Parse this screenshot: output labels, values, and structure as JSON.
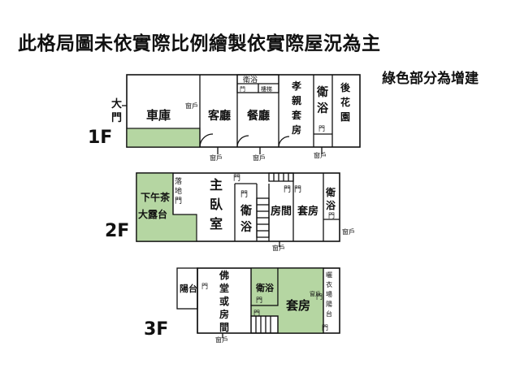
{
  "title": "此格局圖未依實際比例繪製依實際屋況為主",
  "note": "綠色部分為增建",
  "colors": {
    "addition_green": "#b5d6a2",
    "line": "#111111"
  },
  "floor1": {
    "label": "1F",
    "entrance": "大門",
    "garage": "車庫",
    "living": "客廳",
    "dining": "餐廳",
    "bath_top": "衛浴",
    "stairs_small": "樓梯",
    "parents_suite": "孝親套房",
    "bath": "衛浴",
    "backyard": "後花園",
    "window": "窗戶",
    "door": "門"
  },
  "floor2": {
    "label": "2F",
    "terrace": "下午茶大露台",
    "french_door": "落地門",
    "master": "主臥室",
    "bath": "衛浴",
    "room": "房間",
    "suite": "套房",
    "bath2": "衛浴",
    "window": "窗戶",
    "door": "門"
  },
  "floor3": {
    "label": "3F",
    "balcony": "陽台",
    "shrine": "佛堂或房間",
    "bath": "衛浴",
    "suite": "套房",
    "laundry": "曬衣場陽台",
    "window": "窗戶",
    "door": "門"
  }
}
